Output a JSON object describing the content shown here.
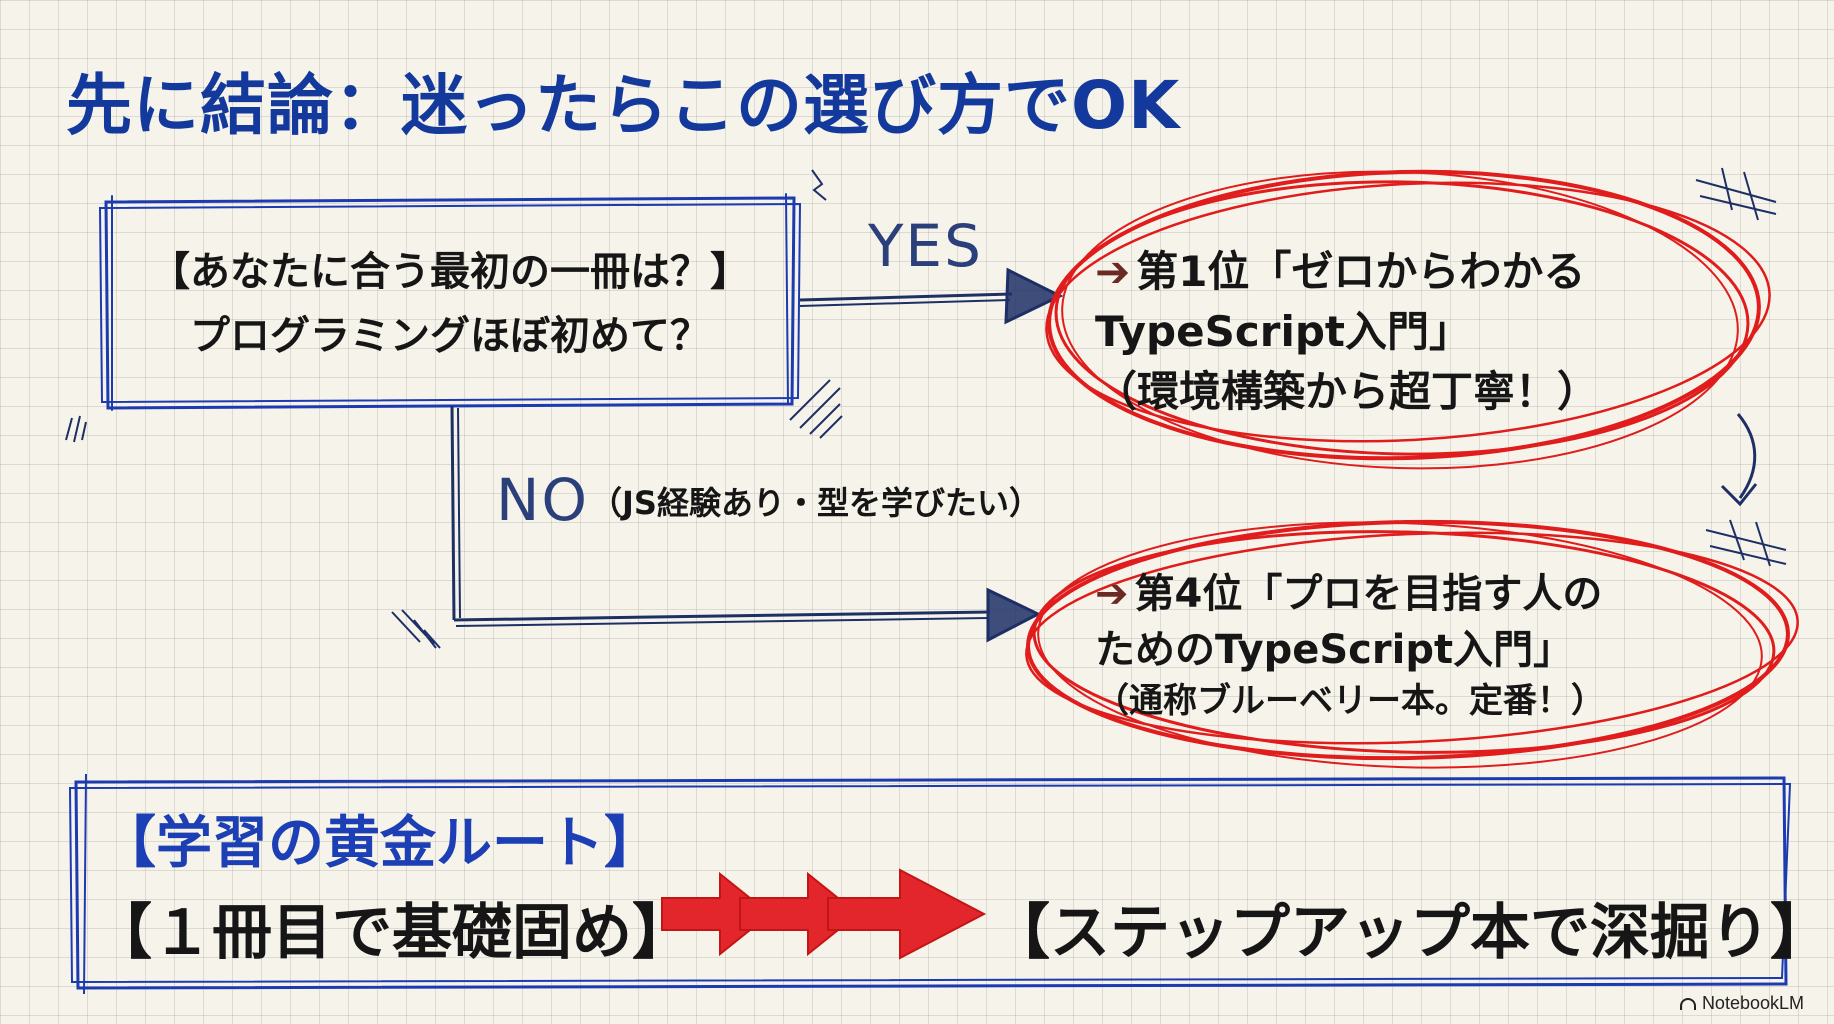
{
  "title": "先に結論：迷ったらこの選び方でOK",
  "question": {
    "line1": "【あなたに合う最初の一冊は？】",
    "line2": "プログラミングほぼ初めて？"
  },
  "branches": {
    "yes_label": "YES",
    "no_label": "NO",
    "no_note": "（JS経験あり・型を学びたい）"
  },
  "results": {
    "rank1": {
      "line1": "第1位「ゼロからわかる",
      "line2": "TypeScript入門」",
      "line3": "（環境構築から超丁寧！）"
    },
    "rank4": {
      "line1": "第4位「プロを目指す人の",
      "line2": "ためのTypeScript入門」",
      "line3": "（通称ブルーベリー本。定番！）"
    },
    "bullet_glyph": "➔"
  },
  "golden_route": {
    "heading": "【学習の黄金ルート】",
    "from": "【１冊目で基礎固め】",
    "to": "【ステップアップ本で深掘り】"
  },
  "brand": "NotebookLM",
  "colors": {
    "title_blue": "#14399c",
    "box_blue": "#1c3bb0",
    "ink_navy": "#1e2f66",
    "circle_red": "#e01c1c",
    "arrow_red": "#e3262b"
  }
}
